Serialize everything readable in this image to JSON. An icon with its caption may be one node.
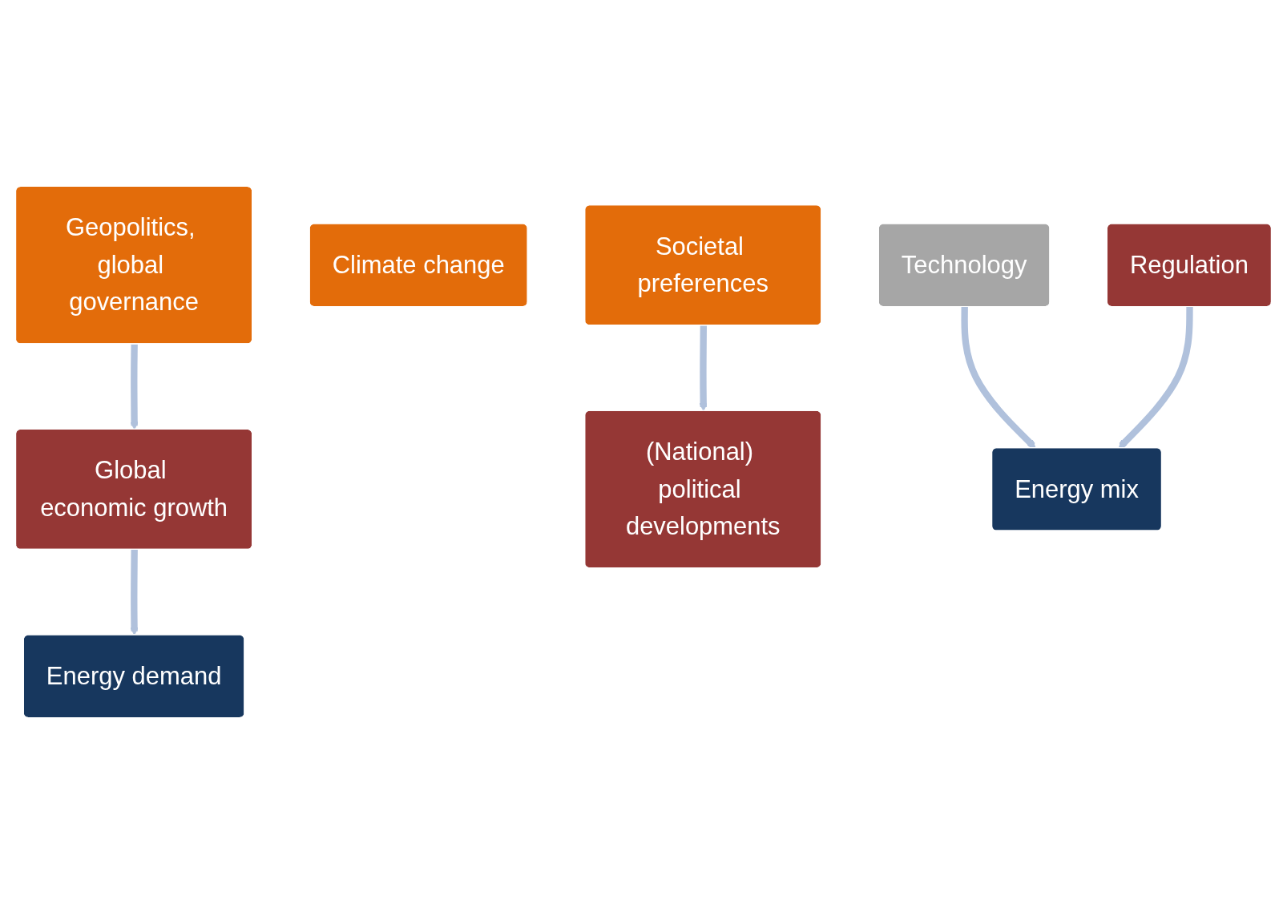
{
  "diagram": {
    "nodes": [
      {
        "text": [
          "Geopolitics, global governance"
        ]
      },
      {
        "text": [
          "Global economic growth"
        ]
      },
      {
        "text": [
          "Energy demand"
        ]
      },
      {
        "text": [
          "Climate change"
        ]
      },
      {
        "text": [
          "Societal preferences"
        ]
      },
      {
        "text": [
          "(National) political developments"
        ]
      },
      {
        "text": [
          "Regulation"
        ]
      },
      {
        "text": [
          "Technology"
        ]
      },
      {
        "text": [
          "Energy mix"
        ]
      }
    ],
    "edges": [
      {
        "from": 0,
        "to": 1,
        "arrow": "to"
      },
      {
        "from": 1,
        "to": 2,
        "arrow": "to"
      },
      {
        "from": 4,
        "to": 5,
        "arrow": "to"
      },
      {
        "from": 7,
        "to": 8,
        "arrow": "to"
      },
      {
        "from": 6,
        "to": 8,
        "arrow": "to"
      }
    ]
  }
}
